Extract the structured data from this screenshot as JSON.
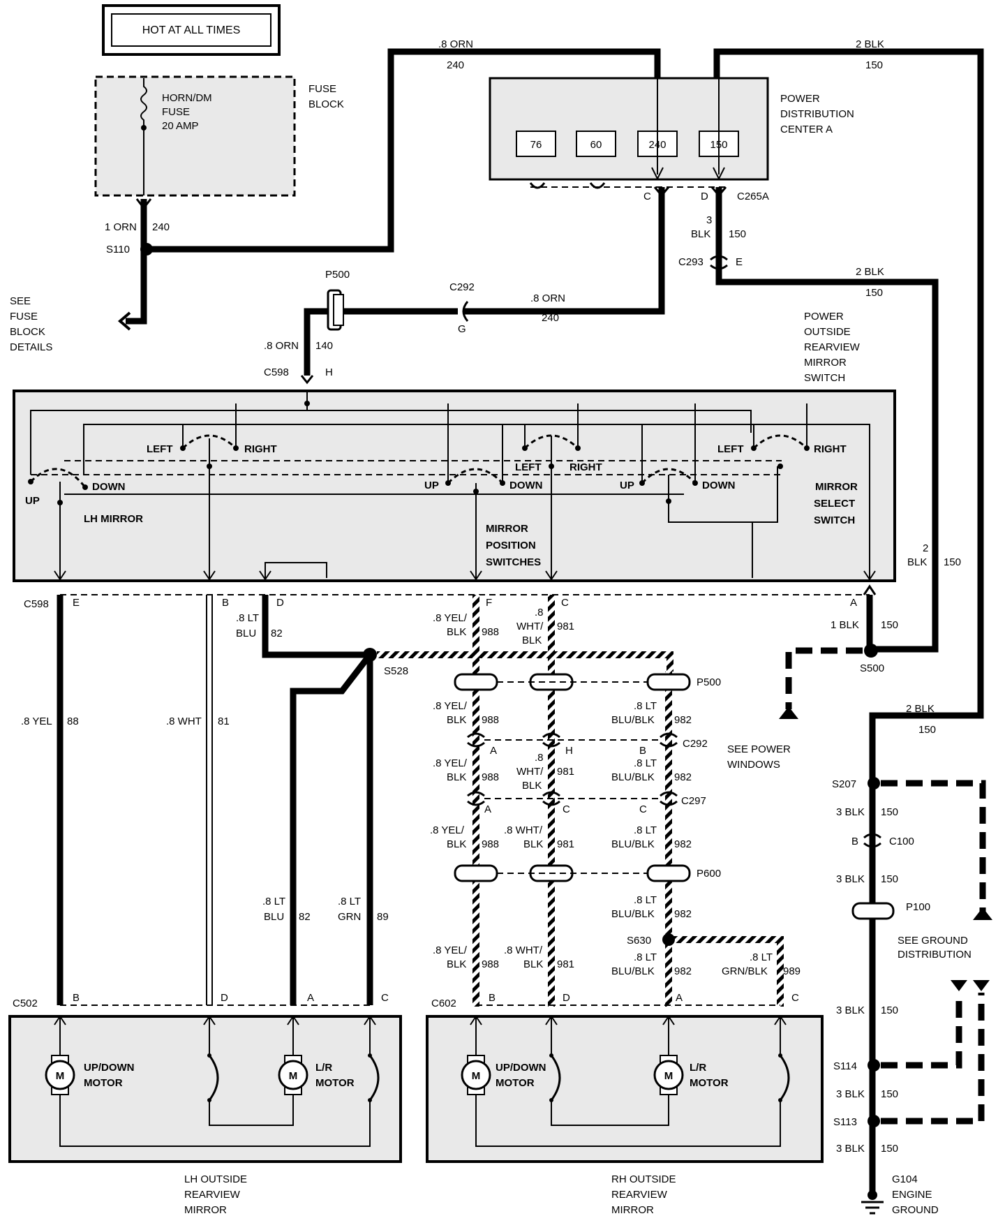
{
  "header": {
    "hot_label": "HOT AT ALL TIMES"
  },
  "fuse_block": {
    "label": [
      "FUSE",
      "BLOCK"
    ],
    "fuse_name": [
      "HORN/DM",
      "FUSE",
      "20 AMP"
    ],
    "see_details": [
      "SEE",
      "FUSE",
      "BLOCK",
      "DETAILS"
    ]
  },
  "pdc": {
    "label": [
      "POWER",
      "DISTRIBUTION",
      "CENTER A"
    ],
    "cavities": [
      "76",
      "60",
      "240",
      "150"
    ],
    "pin_c": "C",
    "pin_d": "D",
    "connector": "C265A"
  },
  "switch": {
    "label": [
      "POWER",
      "OUTSIDE",
      "REARVIEW",
      "MIRROR",
      "SWITCH"
    ],
    "left": "LEFT",
    "right": "RIGHT",
    "up": "UP",
    "down": "DOWN",
    "lh_mirror": "LH MIRROR",
    "mirror_position": [
      "MIRROR",
      "POSITION",
      "SWITCHES"
    ],
    "mirror_select": [
      "MIRROR",
      "SELECT",
      "SWITCH"
    ]
  },
  "connectors": {
    "c598": "C598",
    "c502": "C502",
    "c602": "C602",
    "c292": "C292",
    "c293": "C293",
    "c297": "C297",
    "c100": "C100",
    "p500": "P500",
    "p600": "P600",
    "p100": "P100"
  },
  "splices": {
    "s110": "S110",
    "s528": "S528",
    "s500": "S500",
    "s207": "S207",
    "s630": "S630",
    "s114": "S114",
    "s113": "S113"
  },
  "pins": {
    "a": "A",
    "b": "B",
    "c": "C",
    "d": "D",
    "e": "E",
    "f": "F",
    "g": "G",
    "h": "H"
  },
  "wires": {
    "orn_8": ".8 ORN",
    "orn_1": "1 ORN",
    "c240": "240",
    "c140": "140",
    "blk_2": "2 BLK",
    "blk_3": "3 BLK",
    "blk_1": "1 BLK",
    "blk_3_top": "3",
    "blk_2_top": "2",
    "blk": "BLK",
    "c150": "150",
    "yel_8": ".8 YEL",
    "c88": "88",
    "wht_8": ".8 WHT",
    "c81": "81",
    "lt_8": ".8 LT",
    "blu": "BLU",
    "c82": "82",
    "grn": "GRN",
    "c89": "89",
    "yel_slash": ".8 YEL/",
    "c988": "988",
    "wht_top": ".8",
    "wht_slash": "WHT/",
    "wht_8_slash": ".8 WHT/",
    "c981": "981",
    "blu_blk": "BLU/BLK",
    "c982": "982",
    "grn_blk": "GRN/BLK",
    "c989": "989"
  },
  "notes": {
    "see_power_windows": [
      "SEE POWER",
      "WINDOWS"
    ],
    "see_ground": [
      "SEE GROUND",
      "DISTRIBUTION"
    ]
  },
  "mirrors": {
    "lh_label": [
      "LH OUTSIDE",
      "REARVIEW",
      "MIRROR"
    ],
    "rh_label": [
      "RH OUTSIDE",
      "REARVIEW",
      "MIRROR"
    ],
    "motor_m": "M",
    "updown_motor": [
      "UP/DOWN",
      "MOTOR"
    ],
    "lr_motor": [
      "L/R",
      "MOTOR"
    ]
  },
  "ground": {
    "name": "G104",
    "label": [
      "ENGINE",
      "GROUND"
    ]
  }
}
